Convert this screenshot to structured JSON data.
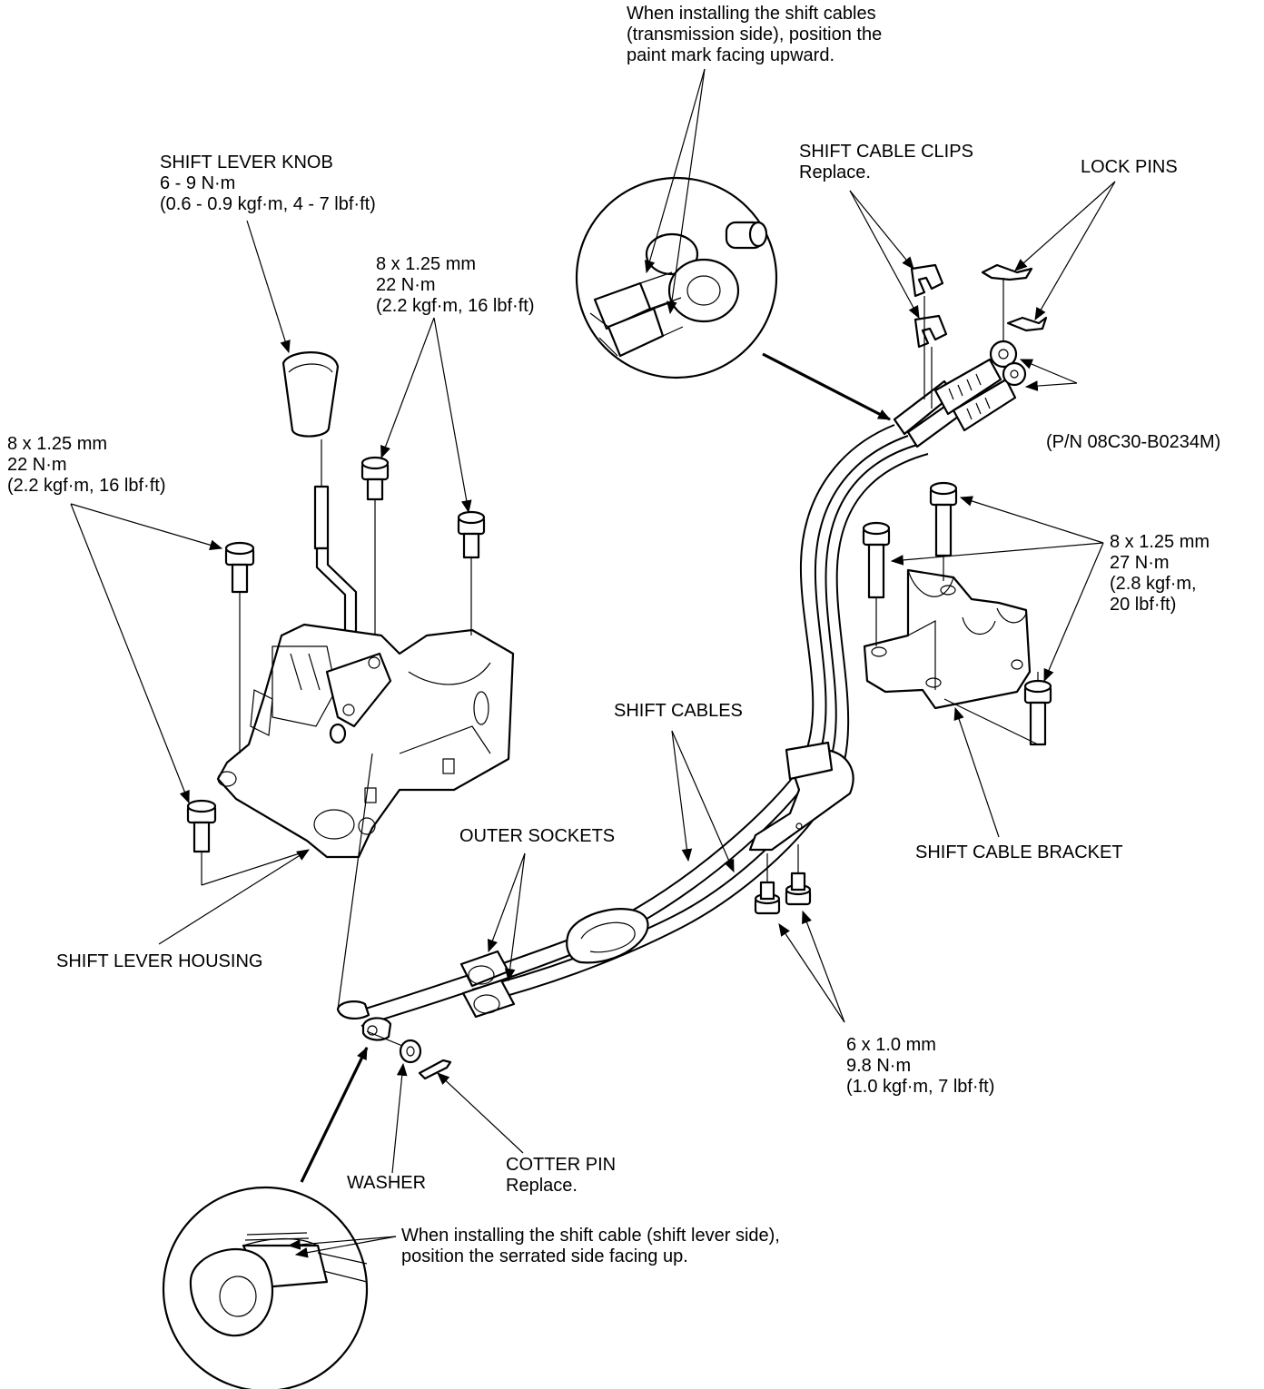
{
  "labels": {
    "transmission_note": [
      "When installing the shift cables",
      "(transmission side), position the",
      "paint mark facing upward."
    ],
    "knob": [
      "SHIFT LEVER KNOB",
      "6 - 9 N·m",
      "(0.6 - 0.9 kgf·m, 4 - 7 lbf·ft)"
    ],
    "bolt_center": [
      "8 x 1.25 mm",
      "22 N·m",
      "(2.2 kgf·m, 16 lbf·ft)"
    ],
    "bolt_left": [
      "8 x 1.25 mm",
      "22 N·m",
      "(2.2 kgf·m, 16 lbf·ft)"
    ],
    "clips": [
      "SHIFT CABLE CLIPS",
      "Replace."
    ],
    "lock_pins": [
      "LOCK PINS"
    ],
    "part_number": [
      "(P/N 08C30-B0234M)"
    ],
    "bolt_right": [
      "8 x 1.25 mm",
      "27 N·m",
      "(2.8 kgf·m,",
      "20 lbf·ft)"
    ],
    "shift_cables": [
      "SHIFT CABLES"
    ],
    "outer_sockets": [
      "OUTER SOCKETS"
    ],
    "bracket": [
      "SHIFT CABLE BRACKET"
    ],
    "housing": [
      "SHIFT LEVER HOUSING"
    ],
    "bolt_small": [
      "6 x 1.0 mm",
      "9.8 N·m",
      "(1.0 kgf·m, 7 lbf·ft)"
    ],
    "washer": [
      "WASHER"
    ],
    "cotter_pin": [
      "COTTER PIN",
      "Replace."
    ],
    "lever_side_note": [
      "When installing the shift cable (shift lever side),",
      "position the serrated side facing up."
    ]
  },
  "parts": [
    "shift-lever-knob",
    "shift-lever",
    "shift-lever-housing",
    "housing-bolts",
    "shift-cables",
    "outer-sockets",
    "cable-end",
    "washer",
    "cotter-pin",
    "shift-cable-bracket",
    "bracket-bolts",
    "cable-bracket-bolts",
    "shift-cable-clips",
    "lock-pins",
    "transmission-side-detail",
    "lever-side-detail"
  ],
  "colors": {
    "line": "#000000",
    "background": "#ffffff"
  }
}
